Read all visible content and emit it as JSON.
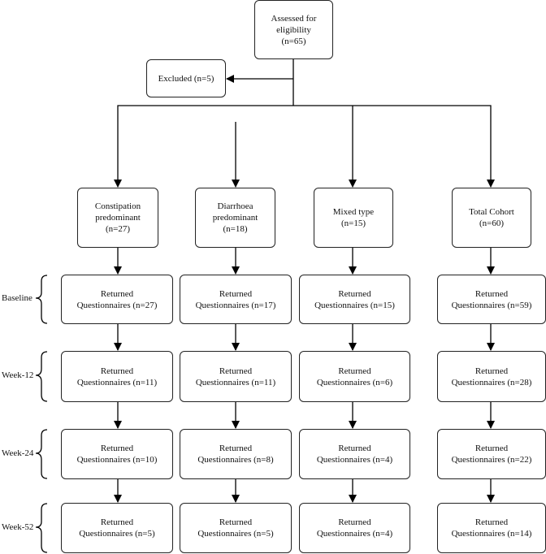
{
  "nodes": {
    "assessed": "Assessed for\neligibility\n(n=65)",
    "excluded": "Excluded (n=5)",
    "groups": [
      "Constipation\npredominant\n(n=27)",
      "Diarrhoea\npredominant\n(n=18)",
      "Mixed type\n(n=15)",
      "Total Cohort\n(n=60)"
    ],
    "rows": [
      [
        "Returned\nQuestionnaires (n=27)",
        "Returned\nQuestionnaires (n=17)",
        "Returned\nQuestionnaires (n=15)",
        "Returned\nQuestionnaires (n=59)"
      ],
      [
        "Returned\nQuestionnaires (n=11)",
        "Returned\nQuestionnaires (n=11)",
        "Returned\nQuestionnaires (n=6)",
        "Returned\nQuestionnaires (n=28)"
      ],
      [
        "Returned\nQuestionnaires (n=10)",
        "Returned\nQuestionnaires (n=8)",
        "Returned\nQuestionnaires (n=4)",
        "Returned\nQuestionnaires (n=22)"
      ],
      [
        "Returned\nQuestionnaires (n=5)",
        "Returned\nQuestionnaires (n=5)",
        "Returned\nQuestionnaires (n=4)",
        "Returned\nQuestionnaires (n=14)"
      ]
    ]
  },
  "row_labels": [
    "Baseline",
    "Week-12",
    "Week-24",
    "Week-52"
  ]
}
